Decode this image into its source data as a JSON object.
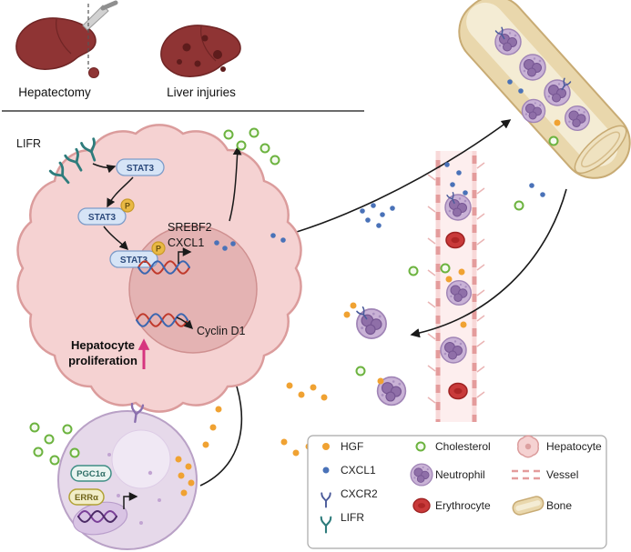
{
  "colors": {
    "hgf": "#f0a232",
    "cxcl1": "#4a72b8",
    "cholesterol": "#6cb33f",
    "neutrophil_body": "#c9b2d6",
    "erythrocyte": "#c93a3a",
    "hepatocyte_fill": "#f5d2d2",
    "vessel_wall": "#e49c9c",
    "bone_fill": "#e9d7ac",
    "proliferation_arrow": "#d6357f",
    "lifr_receptor": "#2e7c7c",
    "cxcr2_receptor": "#4a5a9a"
  },
  "header": {
    "hepatectomy_label": "Hepatectomy",
    "liver_injuries_label": "Liver injuries"
  },
  "signaling": {
    "lifr": "LIFR",
    "stat3": "STAT3",
    "phospho": "P",
    "srebf2": "SREBF2",
    "cxcl1": "CXCL1",
    "cyclin_d1": "Cyclin D1",
    "proliferation_line1": "Hepatocyte",
    "proliferation_line2": "proliferation"
  },
  "neutrophil_cell": {
    "pgc1a": "PGC1α",
    "erra": "ERRα"
  },
  "legend": {
    "items": [
      {
        "label": "HGF",
        "icon": "hgf-dot"
      },
      {
        "label": "CXCL1",
        "icon": "cxcl1-dot"
      },
      {
        "label": "CXCR2",
        "icon": "cxcr2-receptor-icon"
      },
      {
        "label": "LIFR",
        "icon": "lifr-receptor-icon"
      },
      {
        "label": "Cholesterol",
        "icon": "cholesterol-ring"
      },
      {
        "label": "Neutrophil",
        "icon": "neutrophil-cell-icon"
      },
      {
        "label": "Erythrocyte",
        "icon": "erythrocyte-cell-icon"
      },
      {
        "label": "Hepatocyte",
        "icon": "hepatocyte-cell-icon"
      },
      {
        "label": "Vessel",
        "icon": "vessel-icon"
      },
      {
        "label": "Bone",
        "icon": "bone-icon"
      }
    ]
  }
}
